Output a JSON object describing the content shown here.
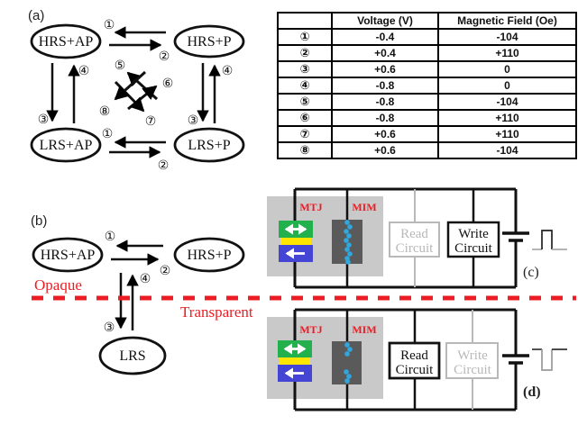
{
  "panels": {
    "a": "(a)",
    "b": "(b)",
    "c": "(c)",
    "d": "(d)"
  },
  "states": {
    "hrs_ap": "HRS+AP",
    "hrs_p": "HRS+P",
    "lrs_ap": "LRS+AP",
    "lrs_p": "LRS+P",
    "lrs": "LRS"
  },
  "nums": {
    "n1": "①",
    "n2": "②",
    "n3": "③",
    "n4": "④",
    "n5": "⑤",
    "n6": "⑥",
    "n7": "⑦",
    "n8": "⑧"
  },
  "region": {
    "opaque": "Opaque",
    "transparent": "Transparent"
  },
  "circuit": {
    "mtj": "MTJ",
    "mim": "MIM",
    "read": "Read",
    "write": "Write",
    "circuit": "Circuit"
  },
  "table": {
    "headers": [
      "",
      "Voltage (V)",
      "Magnetic Field (Oe)"
    ],
    "rows": [
      {
        "id": "①",
        "voltage": "-0.4",
        "field": "-104"
      },
      {
        "id": "②",
        "voltage": "+0.4",
        "field": "+110"
      },
      {
        "id": "③",
        "voltage": "+0.6",
        "field": "0"
      },
      {
        "id": "④",
        "voltage": "-0.8",
        "field": "0"
      },
      {
        "id": "⑤",
        "voltage": "-0.8",
        "field": "-104"
      },
      {
        "id": "⑥",
        "voltage": "-0.8",
        "field": "+110"
      },
      {
        "id": "⑦",
        "voltage": "+0.6",
        "field": "+110"
      },
      {
        "id": "⑧",
        "voltage": "+0.6",
        "field": "-104"
      }
    ]
  },
  "colors": {
    "red": "#ed1c24",
    "free_green": "#22b14c",
    "barrier_yellow": "#ffe500",
    "fixed_blue": "#4545d5",
    "filament_blue": "#2fa8e0",
    "panel_gray": "#c9c9c9",
    "mim_dark": "#5a5a5a",
    "inactive": "#b8b8b8"
  }
}
